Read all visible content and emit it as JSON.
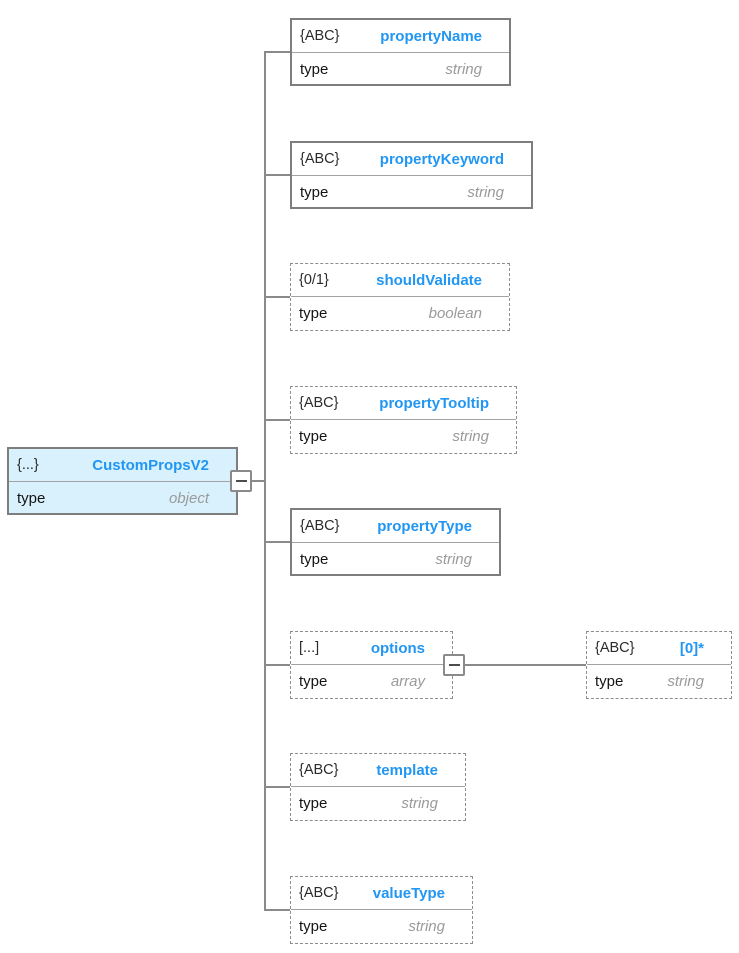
{
  "diagram": {
    "root": {
      "icon": "{...}",
      "name": "CustomPropsV2",
      "type_label": "type",
      "type_value": "object"
    },
    "children": [
      {
        "icon": "{ABC}",
        "name": "propertyName",
        "type_label": "type",
        "type_value": "string"
      },
      {
        "icon": "{ABC}",
        "name": "propertyKeyword",
        "type_label": "type",
        "type_value": "string"
      },
      {
        "icon": "{0/1}",
        "name": "shouldValidate",
        "type_label": "type",
        "type_value": "boolean"
      },
      {
        "icon": "{ABC}",
        "name": "propertyTooltip",
        "type_label": "type",
        "type_value": "string"
      },
      {
        "icon": "{ABC}",
        "name": "propertyType",
        "type_label": "type",
        "type_value": "string"
      },
      {
        "icon": "[...]",
        "name": "options",
        "type_label": "type",
        "type_value": "array"
      },
      {
        "icon": "{ABC}",
        "name": "template",
        "type_label": "type",
        "type_value": "string"
      },
      {
        "icon": "{ABC}",
        "name": "valueType",
        "type_label": "type",
        "type_value": "string"
      }
    ],
    "options_item": {
      "icon": "{ABC}",
      "name": "[0]*",
      "type_label": "type",
      "type_value": "string"
    }
  },
  "colors": {
    "accent_blue": "#2196f3",
    "root_fill": "#d8f1fc",
    "connector_gray": "#8a8a8a",
    "muted_type_gray": "#9a9a9a"
  }
}
